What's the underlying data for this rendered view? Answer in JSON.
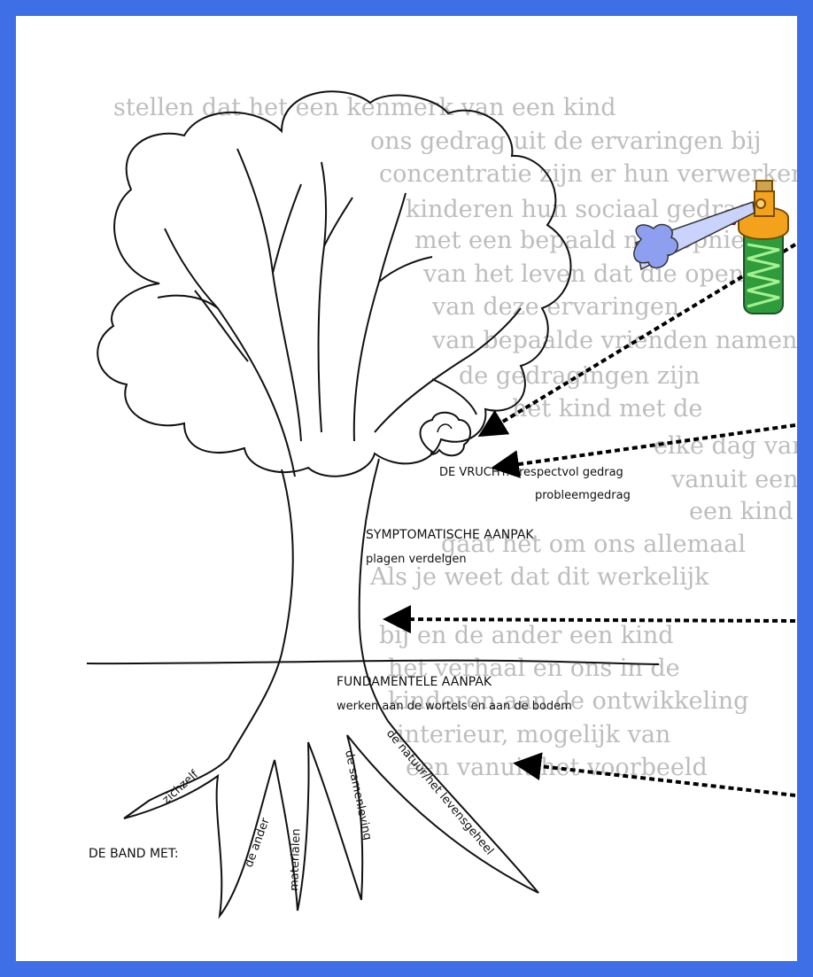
{
  "fruit": {
    "title": "DE VRUCHT:",
    "line1": "respectvol gedrag",
    "line2": "probleemgedrag"
  },
  "symptomatic": {
    "title": "SYMPTOMATISCHE AANPAK",
    "subtitle": "plagen verdelgen"
  },
  "fundamental": {
    "title": "FUNDAMENTELE AANPAK",
    "subtitle": "werken aan de wortels en aan de bodem"
  },
  "roots": {
    "intro": "DE BAND MET:",
    "items": [
      "zichzelf",
      "de ander",
      "materialen",
      "de samenleving",
      "de natuur/het levensgeheel"
    ]
  },
  "background_text": [
    "stellen dat het een kenmerk van een kind",
    "ons gedrag uit de ervaringen bij",
    "concentratie zijn er hun verwerken",
    "kinderen hun sociaal gedrag",
    "met een bepaald niet opnieuw",
    "van het leven dat die open",
    "van deze ervaringen",
    "van bepaalde vrienden namen",
    "de gedragingen zijn",
    "het kind met de",
    "elke dag van",
    "vanuit een",
    "een kind",
    "gaat het om ons allemaal",
    "Als je weet dat dit werkelijk",
    "bij en de ander een kind",
    "het verhaal en ons in de",
    "kinderen aan de ontwikkeling",
    "interieur, mogelijk van",
    "een vanuit het voorbeeld"
  ],
  "colors": {
    "frame": "#3f6fe6",
    "sheet": "#ffffff",
    "ink": "#111111",
    "arrow": "#000000",
    "can_body": "#2e9c3c",
    "can_cap": "#f2a21b",
    "spray": "#8f9ff0"
  },
  "icons": [
    "spray-can-icon",
    "spray-mist-icon"
  ]
}
